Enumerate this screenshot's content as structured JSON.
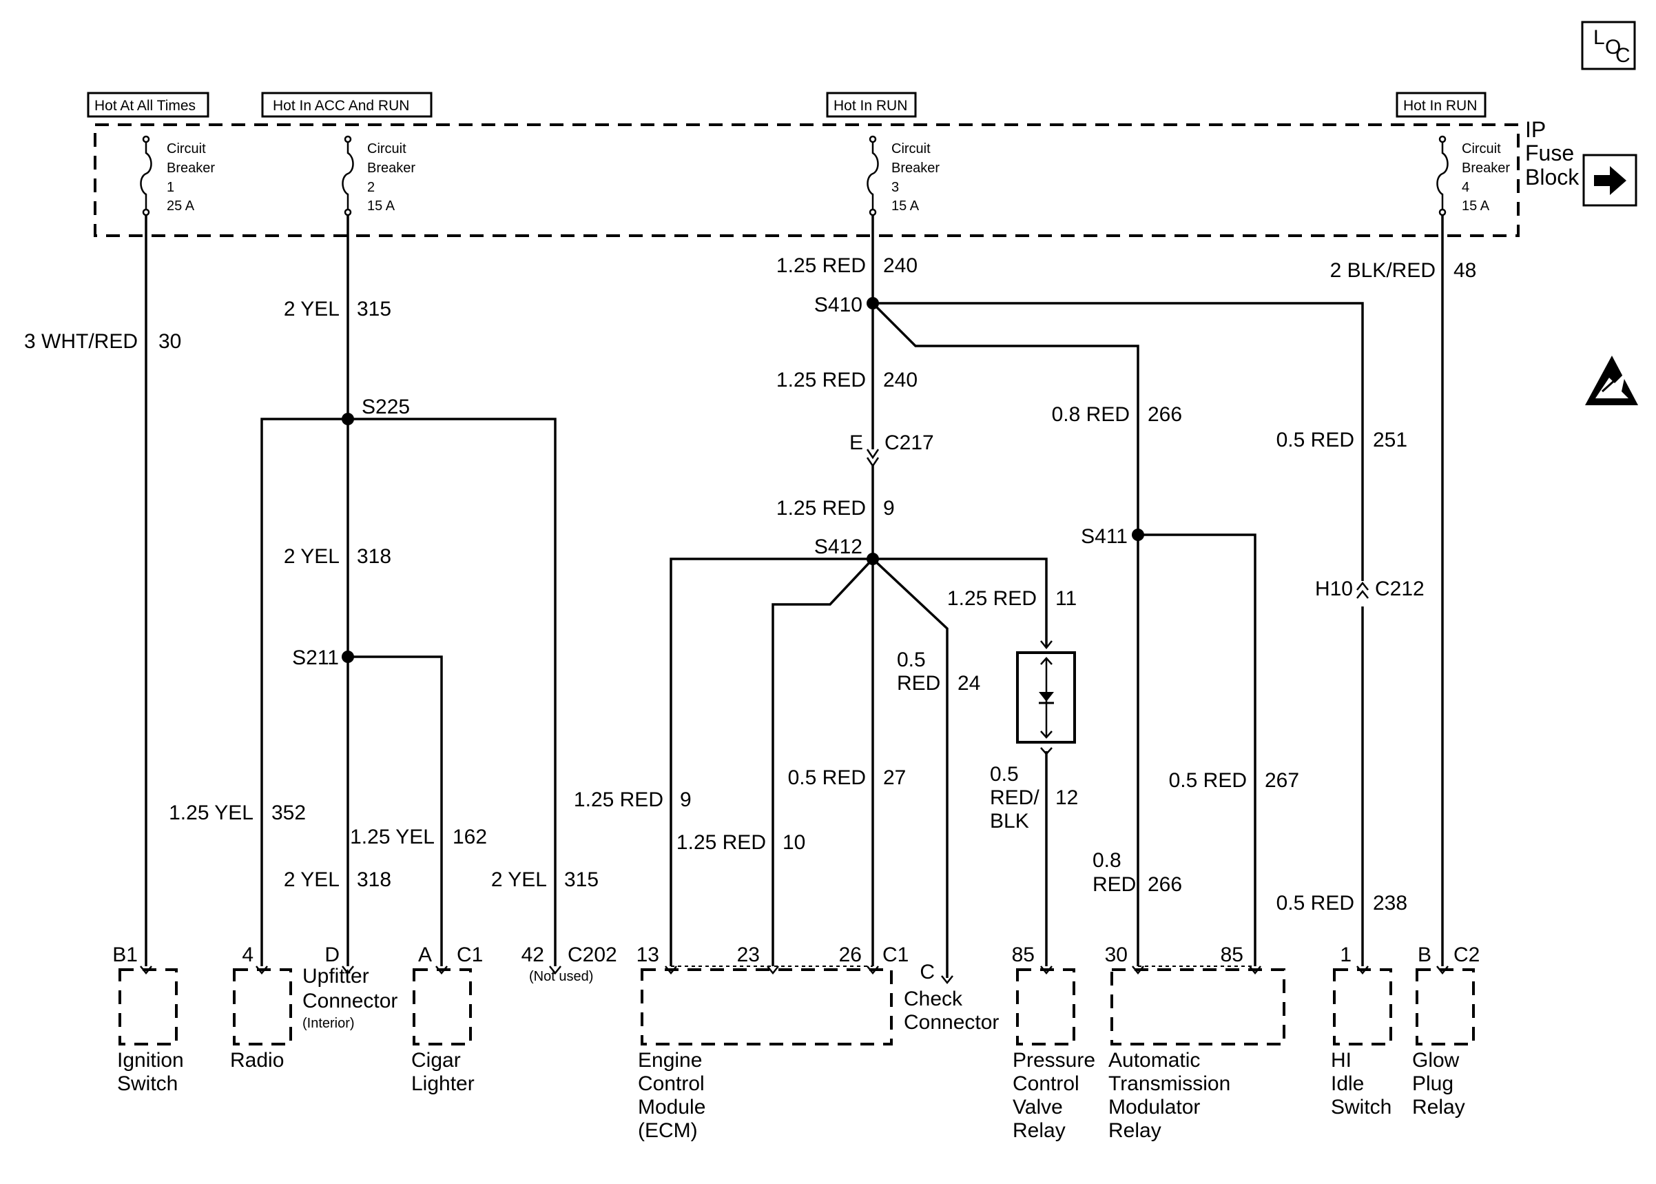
{
  "fuse_block": {
    "title_line1": "IP",
    "title_line2": "Fuse",
    "title_line3": "Block",
    "hot_labels": [
      "Hot At All Times",
      "Hot In ACC And RUN",
      "Hot In RUN",
      "Hot In RUN"
    ],
    "breakers": [
      {
        "line1": "Circuit",
        "line2": "Breaker",
        "number": "1",
        "rating": "25 A"
      },
      {
        "line1": "Circuit",
        "line2": "Breaker",
        "number": "2",
        "rating": "15 A"
      },
      {
        "line1": "Circuit",
        "line2": "Breaker",
        "number": "3",
        "rating": "15 A"
      },
      {
        "line1": "Circuit",
        "line2": "Breaker",
        "number": "4",
        "rating": "15 A"
      }
    ]
  },
  "loc_icon": {
    "l": "L",
    "o": "O",
    "c": "C"
  },
  "wires": [
    {
      "gauge_color": "3 WHT/RED",
      "circuit": "30"
    },
    {
      "gauge_color": "2 YEL",
      "circuit": "315"
    },
    {
      "gauge_color": "2 YEL",
      "circuit": "318"
    },
    {
      "gauge_color": "1.25 YEL",
      "circuit": "352"
    },
    {
      "gauge_color": "1.25 YEL",
      "circuit": "162"
    },
    {
      "gauge_color": "2 YEL",
      "circuit": "318"
    },
    {
      "gauge_color": "2 YEL",
      "circuit": "315"
    },
    {
      "gauge_color": "1.25 RED",
      "circuit": "240"
    },
    {
      "gauge_color": "1.25 RED",
      "circuit": "240"
    },
    {
      "gauge_color": "1.25 RED",
      "circuit": "9"
    },
    {
      "gauge_color": "1.25 RED",
      "circuit": "11"
    },
    {
      "gauge_color": "0.5 RED",
      "circuit": "24"
    },
    {
      "gauge_color": "1.25 RED",
      "circuit": "9"
    },
    {
      "gauge_color": "1.25 RED",
      "circuit": "10"
    },
    {
      "gauge_color": "0.5 RED",
      "circuit": "27"
    },
    {
      "gauge_color": "0.5 RED/ BLK",
      "circuit": "12"
    },
    {
      "gauge_color": "0.8 RED",
      "circuit": "266"
    },
    {
      "gauge_color": "0.8 RED",
      "circuit": "266"
    },
    {
      "gauge_color": "0.5 RED",
      "circuit": "267"
    },
    {
      "gauge_color": "0.5 RED",
      "circuit": "251"
    },
    {
      "gauge_color": "0.5 RED",
      "circuit": "238"
    },
    {
      "gauge_color": "2 BLK/RED",
      "circuit": "48"
    }
  ],
  "splices": [
    "S225",
    "S211",
    "S410",
    "S412",
    "S411"
  ],
  "inline_connectors": [
    {
      "pin": "E",
      "name": "C217"
    },
    {
      "pin": "H10",
      "name": "C212"
    }
  ],
  "terminals": {
    "ignition": {
      "pin": "B1"
    },
    "radio": {
      "pin": "4"
    },
    "upfitter": {
      "pin": "D"
    },
    "cigar": {
      "pin": "A",
      "connector": "C1"
    },
    "c202": {
      "pin": "42",
      "connector": "C202",
      "note": "(Not used)"
    },
    "ecm": {
      "pins": [
        "13",
        "23",
        "26"
      ],
      "connector": "C1"
    },
    "check": {
      "pin": "C"
    },
    "pcv": {
      "pin": "85"
    },
    "atm": {
      "pins": [
        "30",
        "85"
      ]
    },
    "idle": {
      "pin": "1"
    },
    "glow": {
      "pin": "B",
      "connector": "C2"
    }
  },
  "components": {
    "ignition": [
      "Ignition",
      "Switch"
    ],
    "radio": [
      "Radio"
    ],
    "upfitter": [
      "Upfitter",
      "Connector",
      "(Interior)"
    ],
    "cigar": [
      "Cigar",
      "Lighter"
    ],
    "ecm": [
      "Engine",
      "Control",
      "Module",
      "(ECM)"
    ],
    "check": [
      "Check",
      "Connector"
    ],
    "pcv": [
      "Pressure",
      "Control",
      "Valve",
      "Relay"
    ],
    "atm": [
      "Automatic",
      "Transmission",
      "Modulator",
      "Relay"
    ],
    "idle": [
      "HI",
      "Idle",
      "Switch"
    ],
    "glow": [
      "Glow",
      "Plug",
      "Relay"
    ]
  }
}
